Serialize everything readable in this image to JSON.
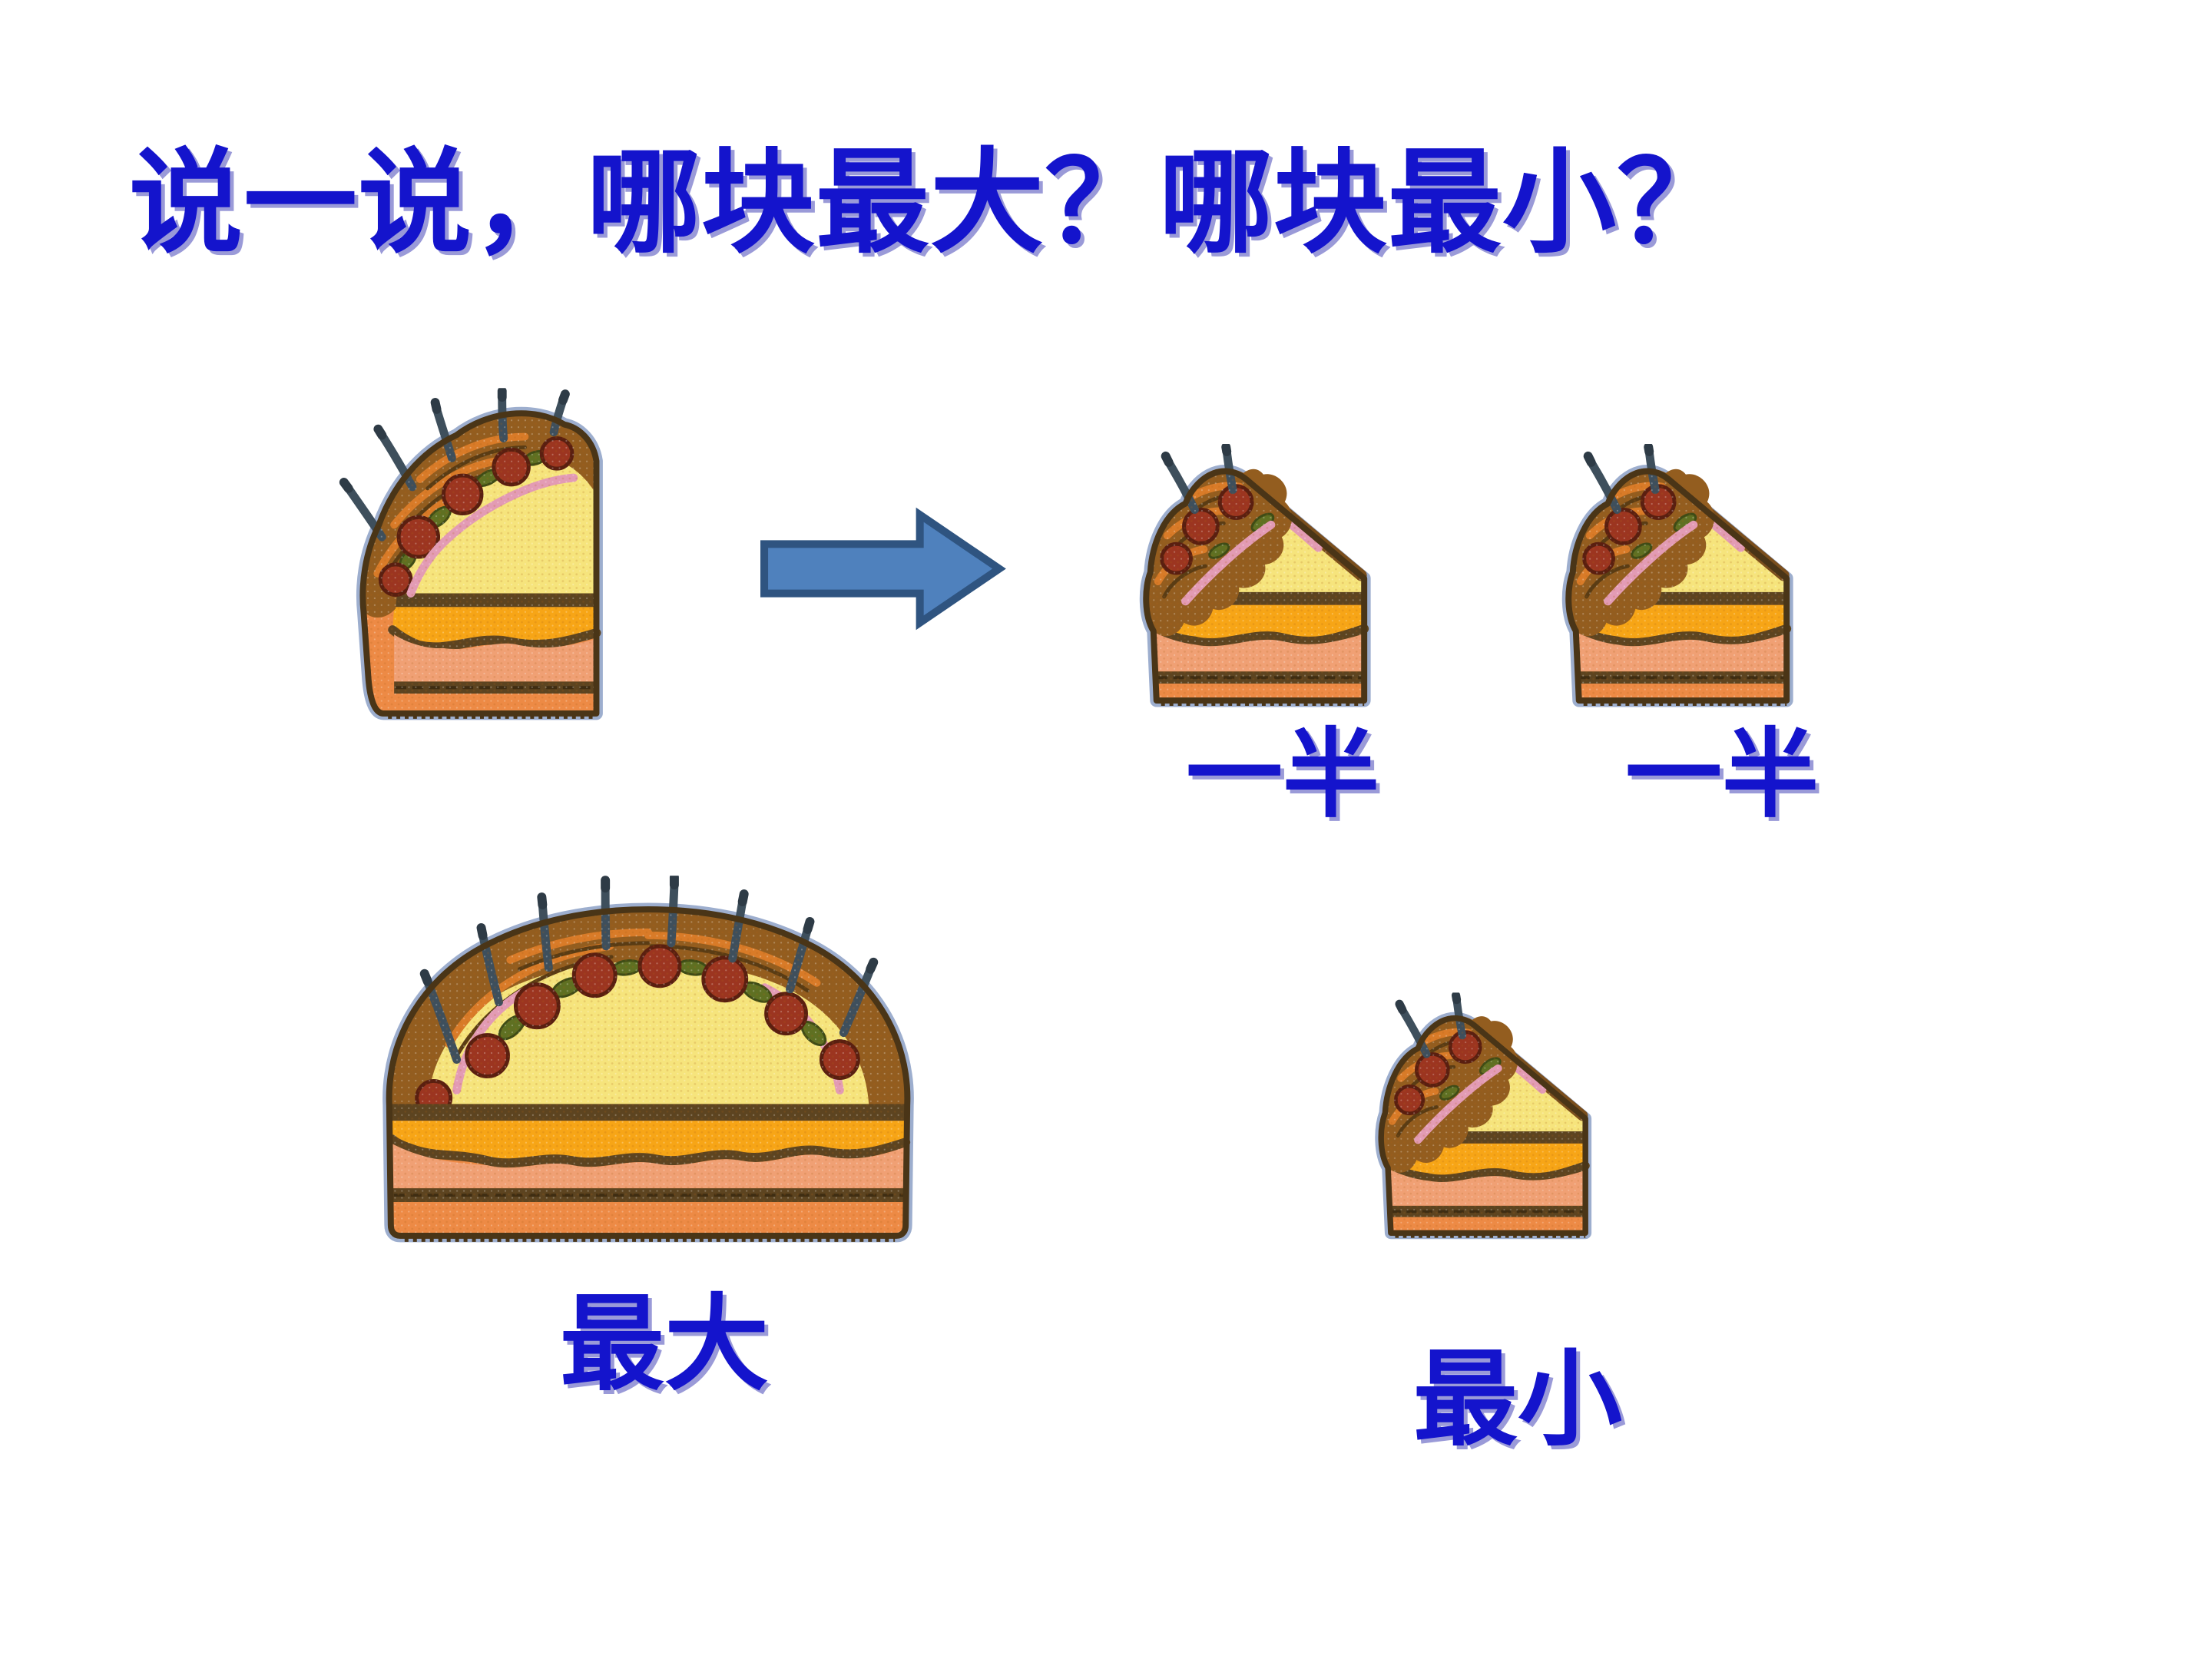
{
  "slide": {
    "title": "说一说，哪块最大？哪块最小？",
    "labels": {
      "half_left": "一半",
      "half_right": "一半",
      "biggest": "最大",
      "smallest": "最小"
    },
    "illustrations": [
      "half-cake-illustration",
      "right-arrow-icon",
      "cake-slice-illustration-left",
      "cake-slice-illustration-right",
      "whole-cake-illustration",
      "small-slice-illustration"
    ],
    "colors": {
      "label_blue": "#1414CC",
      "label_shadow": "#9A9AD8",
      "arrow_fill": "#4F81BD",
      "arrow_border": "#2F5480",
      "cake_outline": "#4A3517",
      "cake_halo_blue": "#7C93BD",
      "cream_yellow": "#F6E47C",
      "band_gold": "#F7A516",
      "layer_salmon": "#F0A074",
      "layer_orange": "#ED8A45",
      "divider_brown": "#5D4420",
      "garnish_brown": "#935D1F",
      "garnish_orange": "#D97B28",
      "cherry_red": "#9C3520",
      "leaf_green": "#5F7022",
      "cream_pink": "#E39BB4",
      "candle_slate": "#3E4F5C"
    }
  }
}
